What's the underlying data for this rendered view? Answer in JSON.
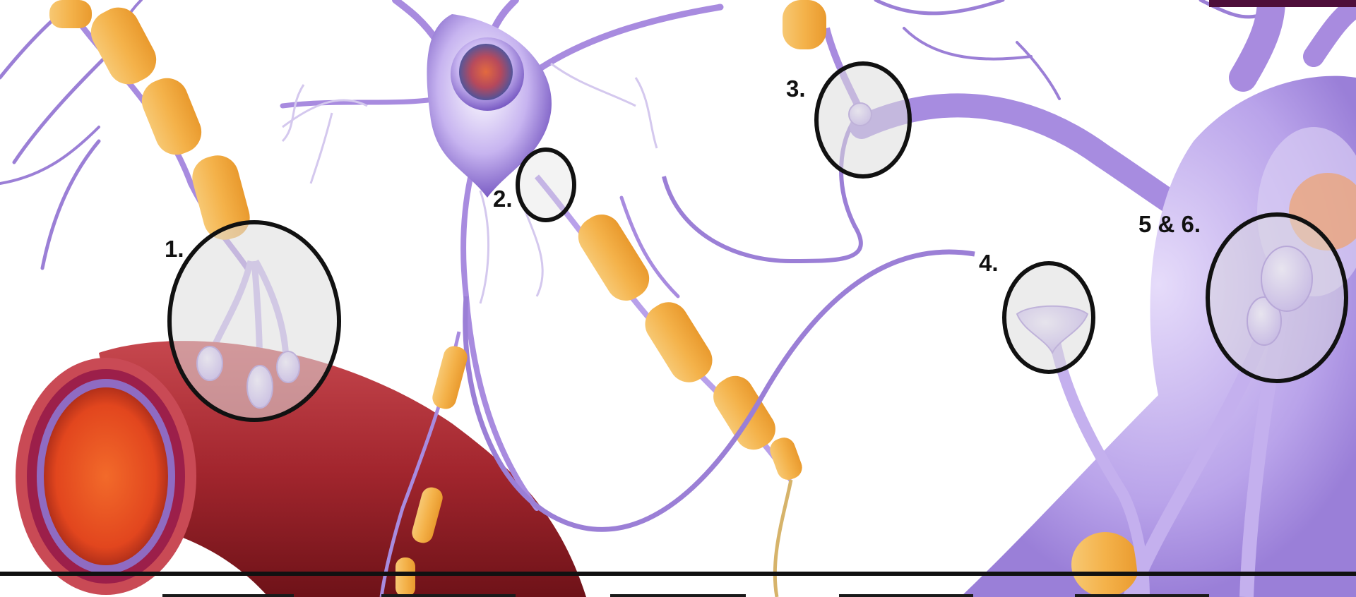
{
  "labels": {
    "site_1": "1.",
    "site_2": "2.",
    "site_3": "3.",
    "site_4": "4.",
    "site_5_6": "5 & 6."
  },
  "colors": {
    "background": "#ffffff",
    "neuron_purple": "#9b7fd6",
    "neuron_body": "#b9a3ea",
    "myelin_orange": "#f4b24a",
    "vessel_red": "#a3262e",
    "vessel_lumen": "#e2461e",
    "highlight_circle_fill": "#dcdcdc",
    "circle_stroke": "#111111",
    "accent_bar": "#4e0f3a"
  },
  "icons": {
    "blood_vessel": "blood-vessel-icon",
    "neuron": "neuron-icon",
    "myelin_sheath": "myelin-sheath-icon"
  }
}
